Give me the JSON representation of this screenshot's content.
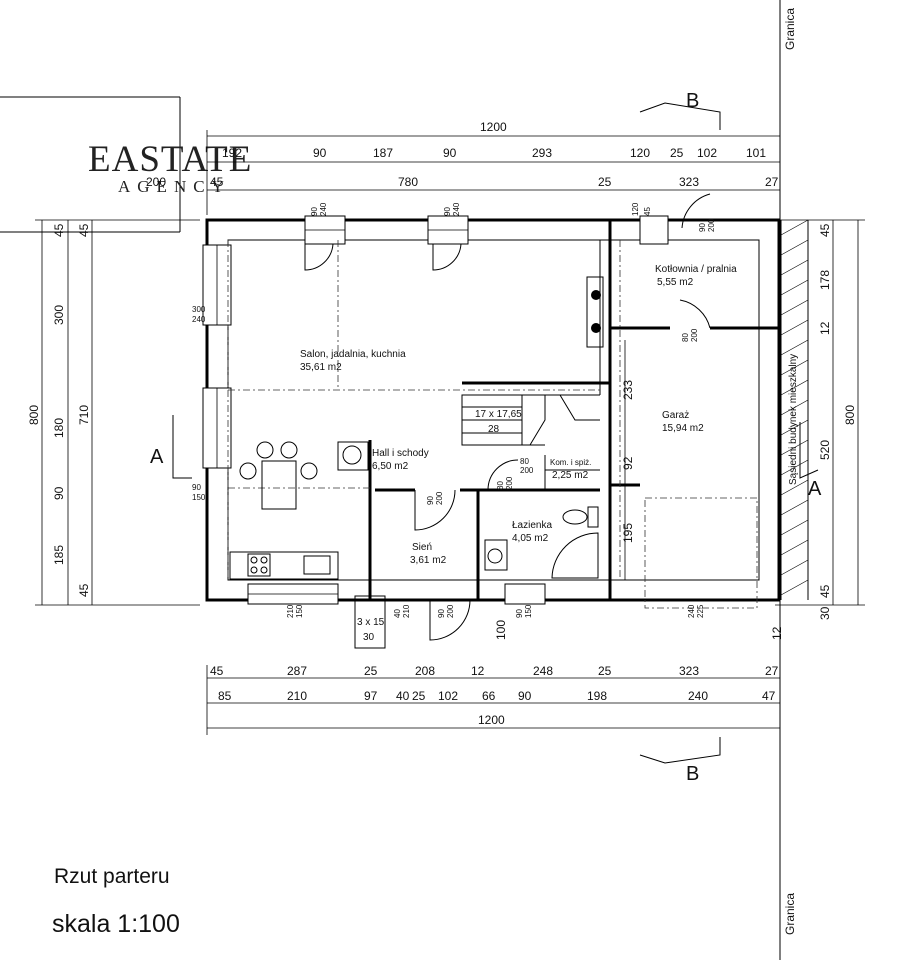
{
  "logo": {
    "main": "EASTATE",
    "sub": "AGENCY"
  },
  "border_label": "Granica",
  "neighbor_label": "Sąsiedni budynek mieszkalny",
  "title": "Rzut parteru",
  "scale": "skala 1:100",
  "section_marks": {
    "a": "A",
    "b": "B"
  },
  "rooms": [
    {
      "name": "Salon, jadalnia, kuchnia",
      "area": "35,61 m2"
    },
    {
      "name": "Kotłownia / pralnia",
      "area": "5,55 m2"
    },
    {
      "name": "Garaż",
      "area": "15,94 m2"
    },
    {
      "name": "Hall i schody",
      "area": "6,50 m2"
    },
    {
      "name": "Kom. i spiż.",
      "area": "2,25 m2"
    },
    {
      "name": "Łazienka",
      "area": "4,05 m2"
    },
    {
      "name": "Sień",
      "area": "3,61 m2"
    }
  ],
  "stairs": {
    "spec": "17 x 17,65",
    "count": "28"
  },
  "top_dims": {
    "overall": "1200",
    "row1": [
      "192",
      "90",
      "187",
      "90",
      "293",
      "120",
      "25",
      "102",
      "101"
    ],
    "row2": [
      "200",
      "45",
      "780",
      "25",
      "323",
      "27"
    ]
  },
  "bottom_dims": {
    "row1": [
      "45",
      "287",
      "25",
      "208",
      "12",
      "248",
      "25",
      "323",
      "27"
    ],
    "row2": [
      "85",
      "210",
      "97",
      "40",
      "25",
      "102",
      "66",
      "90",
      "198",
      "240",
      "47"
    ],
    "overall": "1200"
  },
  "left_dims": {
    "outer": [
      "45",
      "800",
      "45"
    ],
    "inner": [
      "45",
      "300",
      "710",
      "180",
      "90",
      "185"
    ]
  },
  "right_dims": {
    "outer": [
      "45",
      "800",
      "30",
      "45"
    ],
    "inner": [
      "178",
      "12",
      "520"
    ]
  },
  "interior_dims": [
    "233",
    "92",
    "195",
    "100",
    "12"
  ],
  "step_block": {
    "spec": "3 x 15",
    "depth": "30"
  },
  "opening_labels": [
    "90",
    "240",
    "90",
    "240",
    "120",
    "45",
    "90",
    "200",
    "300",
    "240",
    "90",
    "150",
    "80",
    "200",
    "80",
    "200",
    "90",
    "200",
    "80",
    "200",
    "210",
    "150",
    "40",
    "210",
    "90",
    "200",
    "90",
    "150",
    "240",
    "225"
  ]
}
